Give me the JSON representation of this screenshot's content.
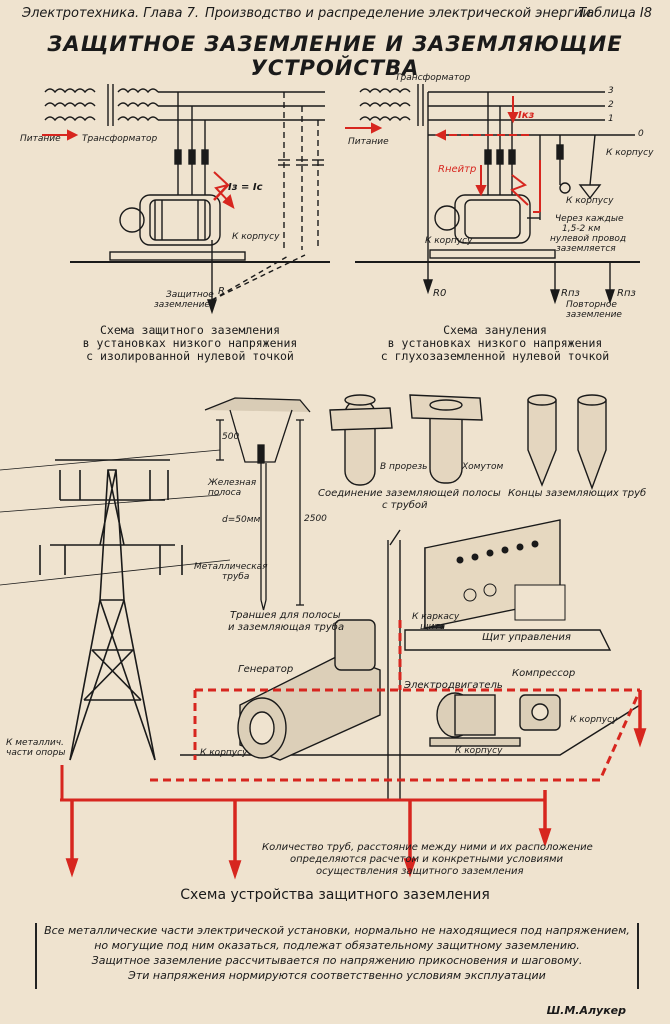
{
  "header": {
    "left": "Электротехника. Глава 7.",
    "middle": "Производство и распределение электрической энергии",
    "right": "Таблица I8"
  },
  "title": "ЗАЩИТНОЕ ЗАЗЕМЛЕНИЕ И ЗАЗЕМЛЯЮЩИЕ УСТРОЙСТВА",
  "diagram1": {
    "caption_1": "Схема защитного заземления",
    "caption_2": "в установках низкого напряжения",
    "caption_3": "с изолированной нулевой точкой",
    "supply": "Питание",
    "transformer": "Трансформатор",
    "current_eq": "Iз = Iс",
    "to_case": "К корпусу",
    "ground_1": "Защитное",
    "ground_2": "заземление",
    "resistance": "R"
  },
  "diagram2": {
    "caption_1": "Схема зануления",
    "caption_2": "в установках низкого напряжения",
    "caption_3": "с глухозаземленной нулевой точкой",
    "transformer": "Трансформатор",
    "supply": "Питание",
    "phase_3": "3",
    "phase_2": "2",
    "phase_1": "1",
    "neutral": "0",
    "i_kz": "Iкз",
    "r_neutral": "Rнейтр",
    "to_case_1": "К корпусу",
    "to_case_2": "К корпусу",
    "to_case_3": "К корпусу",
    "note_1": "Через каждые",
    "note_2": "1,5-2 км",
    "note_3": "нулевой провод",
    "note_4": "заземляется",
    "r0": "R0",
    "rpz1": "Rпз",
    "rpz2": "Rпз",
    "repeat_1": "Повторное",
    "repeat_2": "заземление"
  },
  "trench": {
    "dim_500": "500",
    "dim_2500": "2500",
    "iron_1": "Железная",
    "iron_2": "полоса",
    "diameter": "d=50мм",
    "pipe_1": "Металлическая",
    "pipe_2": "труба",
    "caption_1": "Траншея для полосы",
    "caption_2": "и заземляющая труба"
  },
  "joints": {
    "slot": "В прорезь",
    "clamp": "Хомутом",
    "caption_1": "Соединение заземляющей полосы",
    "caption_2": "с трубой",
    "pipe_ends": "Концы заземляющих труб"
  },
  "plant": {
    "generator": "Генератор",
    "motor": "Электродвигатель",
    "compressor": "Компрессор",
    "panel": "Щит управления",
    "to_panel_1": "К каркасу",
    "to_panel_2": "щита",
    "to_case_a": "К корпусу",
    "to_case_b": "К корпусу",
    "to_case_c": "К корпусу",
    "tower_1": "К металлич.",
    "tower_2": "части опоры",
    "note_1": "Количество труб, расстояние между ними и их расположение",
    "note_2": "определяются расчетом и конкретными условиями",
    "note_3": "осуществления защитного заземления"
  },
  "bottom_title": "Схема устройства защитного заземления",
  "note": {
    "line_1": "Все металлические части электрической установки, нормально не находящиеся под напряжением,",
    "line_2": "но могущие под ним оказаться, подлежат обязательному защитному заземлению.",
    "line_3": "Защитное заземление рассчитывается по напряжению прикосновения и шаговому.",
    "line_4": "Эти напряжения нормируются соответственно условиям эксплуатации"
  },
  "author": "Ш.М.Алукер",
  "colors": {
    "paper": "#efe3cf",
    "ink": "#1a1a1a",
    "accent": "#d7261f"
  }
}
